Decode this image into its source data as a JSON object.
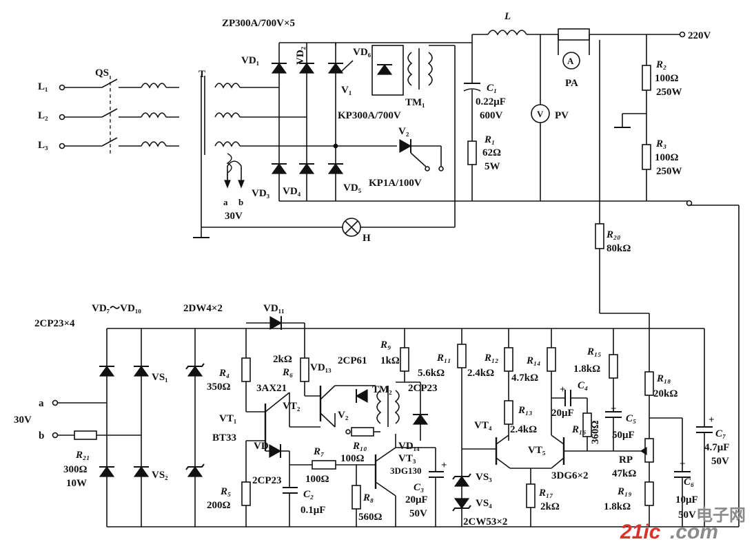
{
  "labels": {
    "zp": "ZP300A/700V×5",
    "inductor": "L",
    "v220": "220V",
    "vd1": "VD₁",
    "vd2": "VD₂",
    "vd3": "VD₃",
    "vd4": "VD₄",
    "vd5": "VD₅",
    "vd6": "VD₆",
    "v1": "V₁",
    "tm1": "TM₁",
    "kp300": "KP300A/700V",
    "v2top": "V₂",
    "kp1": "KP1A/100V",
    "l1": "L₁",
    "l2": "L₂",
    "l3": "L₃",
    "qs": "QS",
    "t": "T",
    "a_top": "a",
    "b_top": "b",
    "v30_top": "30V",
    "h": "H",
    "c1": "C₁",
    "c1_val": "0.22μF",
    "c1_v": "600V",
    "r1": "R₁",
    "r1_val": "62Ω",
    "r1_w": "5W",
    "pa": "PA",
    "pv": "PV",
    "meter_a": "A",
    "meter_v": "V",
    "r2": "R₂",
    "r2_val": "100Ω",
    "r2_w": "250W",
    "r3": "R₃",
    "r3_val": "100Ω",
    "r3_w": "250W",
    "r20": "R₂₀",
    "r20_val": "80kΩ",
    "vd7_10": "VD₇～VD₁₀",
    "cp23x4": "2CP23×4",
    "dw4x2": "2DW4×2",
    "vd11": "VD₁₁",
    "vs1": "VS₁",
    "vs2": "VS₂",
    "a_bot": "a",
    "b_bot": "b",
    "v30_bot": "30V",
    "r21": "R₂₁",
    "r21_val": "300Ω",
    "r21_w": "10W",
    "r4": "R₄",
    "r4_val": "350Ω",
    "r5": "R₅",
    "r5_val": "200Ω",
    "r6_val": "2kΩ",
    "r6": "R₆",
    "vd13": "VD₁₃",
    "cp61": "2CP61",
    "ax21": "3AX21",
    "vt2": "VT₂",
    "vt1": "VT₁",
    "bt33": "BT33",
    "vd12": "VD₁₂",
    "cp23_12": "2CP23",
    "r7": "R₇",
    "r7_val": "100Ω",
    "c2": "C₂",
    "c2_val": "0.1μF",
    "r9": "R₉",
    "r9_val": "1kΩ",
    "tm2": "TM₂",
    "cp23_14": "2CP23",
    "v2bot": "V₂",
    "r10": "R₁₀",
    "r10_val": "100Ω",
    "vd14": "VD₁₄",
    "vt3": "VT₃",
    "dg130": "3DG130",
    "r8": "R₈",
    "r8_val": "560Ω",
    "c3": "C₃",
    "c3_val": "20μF",
    "c3_v": "50V",
    "vs3": "VS₃",
    "vs4": "VS₄",
    "cw53": "2CW53×2",
    "r11": "R₁₁",
    "r11_val": "5.6kΩ",
    "r12": "R₁₂",
    "r12_val": "2.4kΩ",
    "r14": "R₁₄",
    "r14_val": "4.7kΩ",
    "r13": "R₁₃",
    "r13_val": "2.4kΩ",
    "vt4": "VT₄",
    "vt5": "VT₅",
    "dg6": "3DG6×2",
    "r17": "R₁₇",
    "r17_val": "2kΩ",
    "c4": "C₄",
    "c4_val": "20μF",
    "r16": "R₁₆",
    "r16_val": "360Ω",
    "r15": "R₁₅",
    "r15_val": "1.8kΩ",
    "c5": "C₅",
    "c5_val": "50μF",
    "rp": "RP",
    "rp_val": "47kΩ",
    "r19": "R₁₉",
    "r19_val": "1.8kΩ",
    "r18": "R₁₈",
    "r18_val": "20kΩ",
    "c6": "C₆",
    "c6_val": "10μF",
    "c6_v": "50V",
    "c7": "C₇",
    "c7_val": "4.7μF",
    "c7_v": "50V",
    "plus": "+"
  },
  "watermark": {
    "part1": "21ic",
    "part2": ".com",
    "cn": "电子网"
  }
}
